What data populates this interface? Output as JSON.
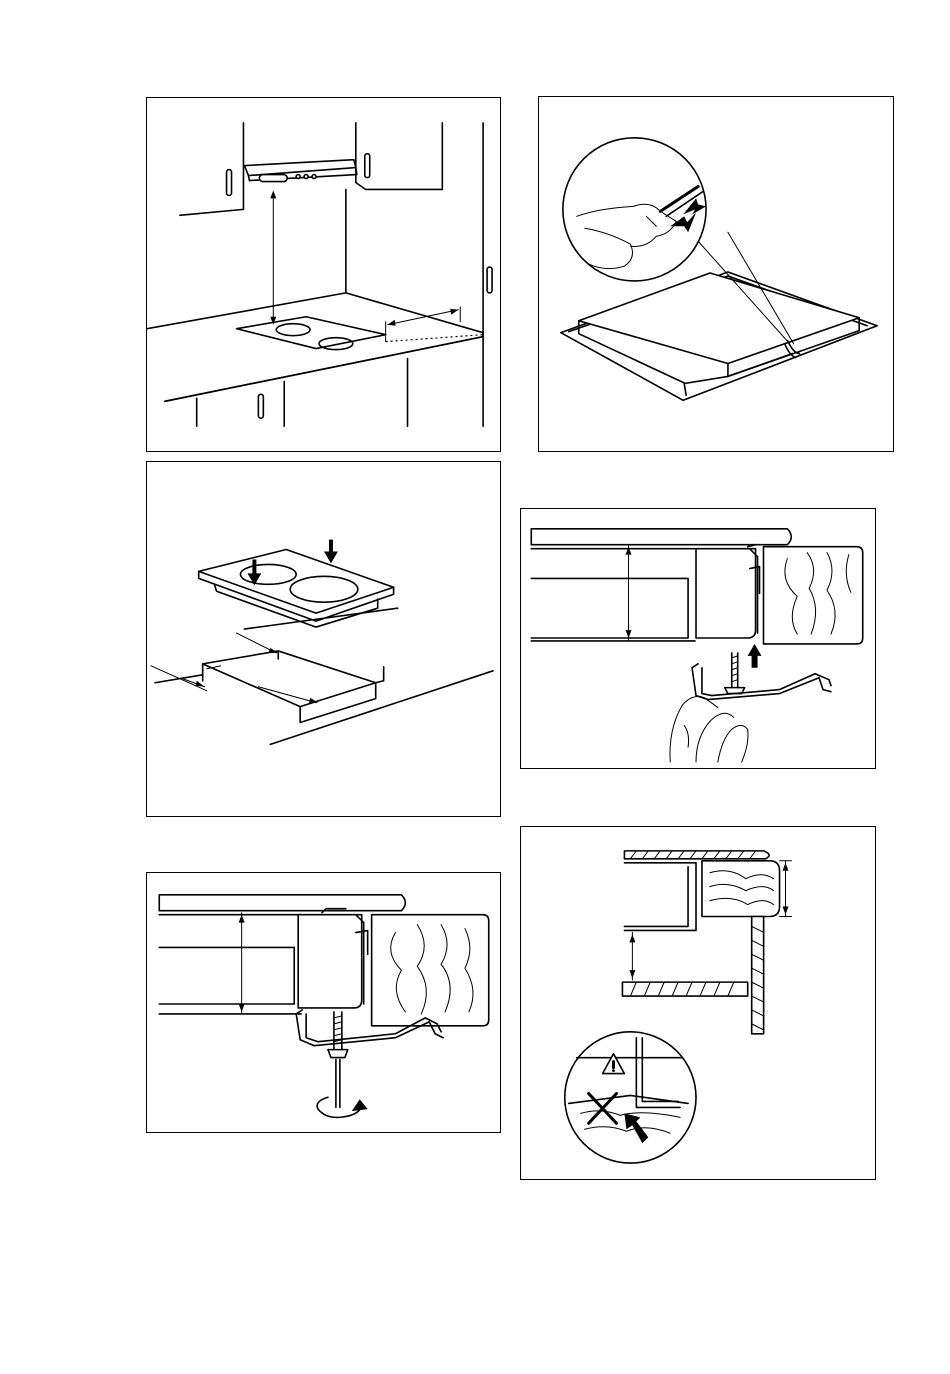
{
  "page": {
    "figures": [
      {
        "id": "fig-1"
      },
      {
        "id": "fig-2"
      },
      {
        "id": "fig-3"
      },
      {
        "id": "fig-4"
      },
      {
        "id": "fig-5"
      },
      {
        "id": "fig-6"
      }
    ]
  }
}
